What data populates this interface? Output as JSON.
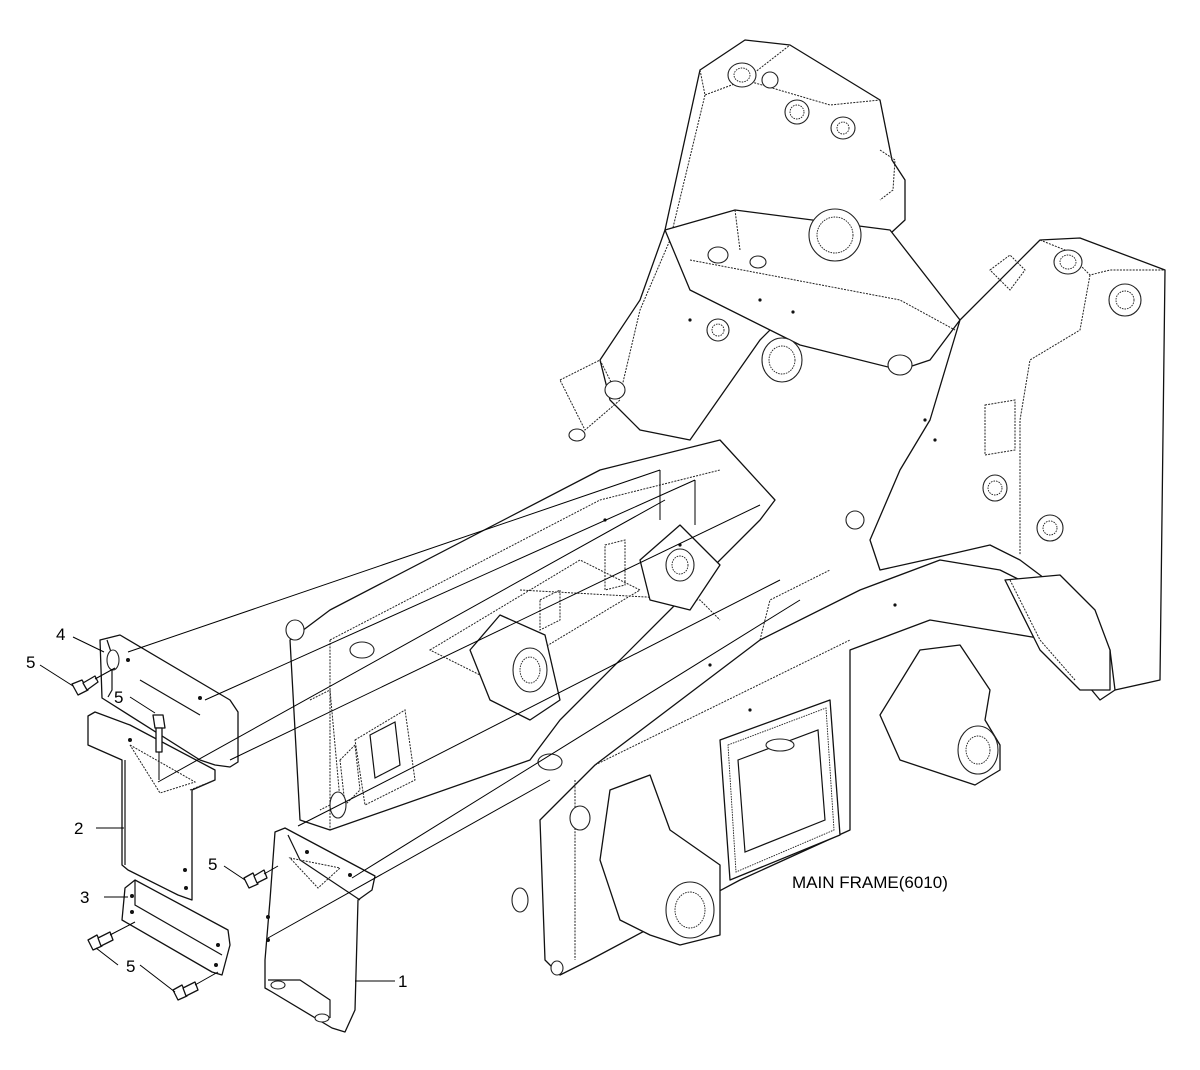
{
  "callouts": [
    {
      "id": "c1",
      "text": "1"
    },
    {
      "id": "c2",
      "text": "2"
    },
    {
      "id": "c3",
      "text": "3"
    },
    {
      "id": "c4",
      "text": "4"
    },
    {
      "id": "c5a",
      "text": "5"
    },
    {
      "id": "c5b",
      "text": "5"
    },
    {
      "id": "c5c",
      "text": "5"
    },
    {
      "id": "c5d",
      "text": "5"
    }
  ],
  "assembly_label": "MAIN FRAME(6010)",
  "colors": {
    "line": "#111111",
    "background": "#ffffff"
  }
}
